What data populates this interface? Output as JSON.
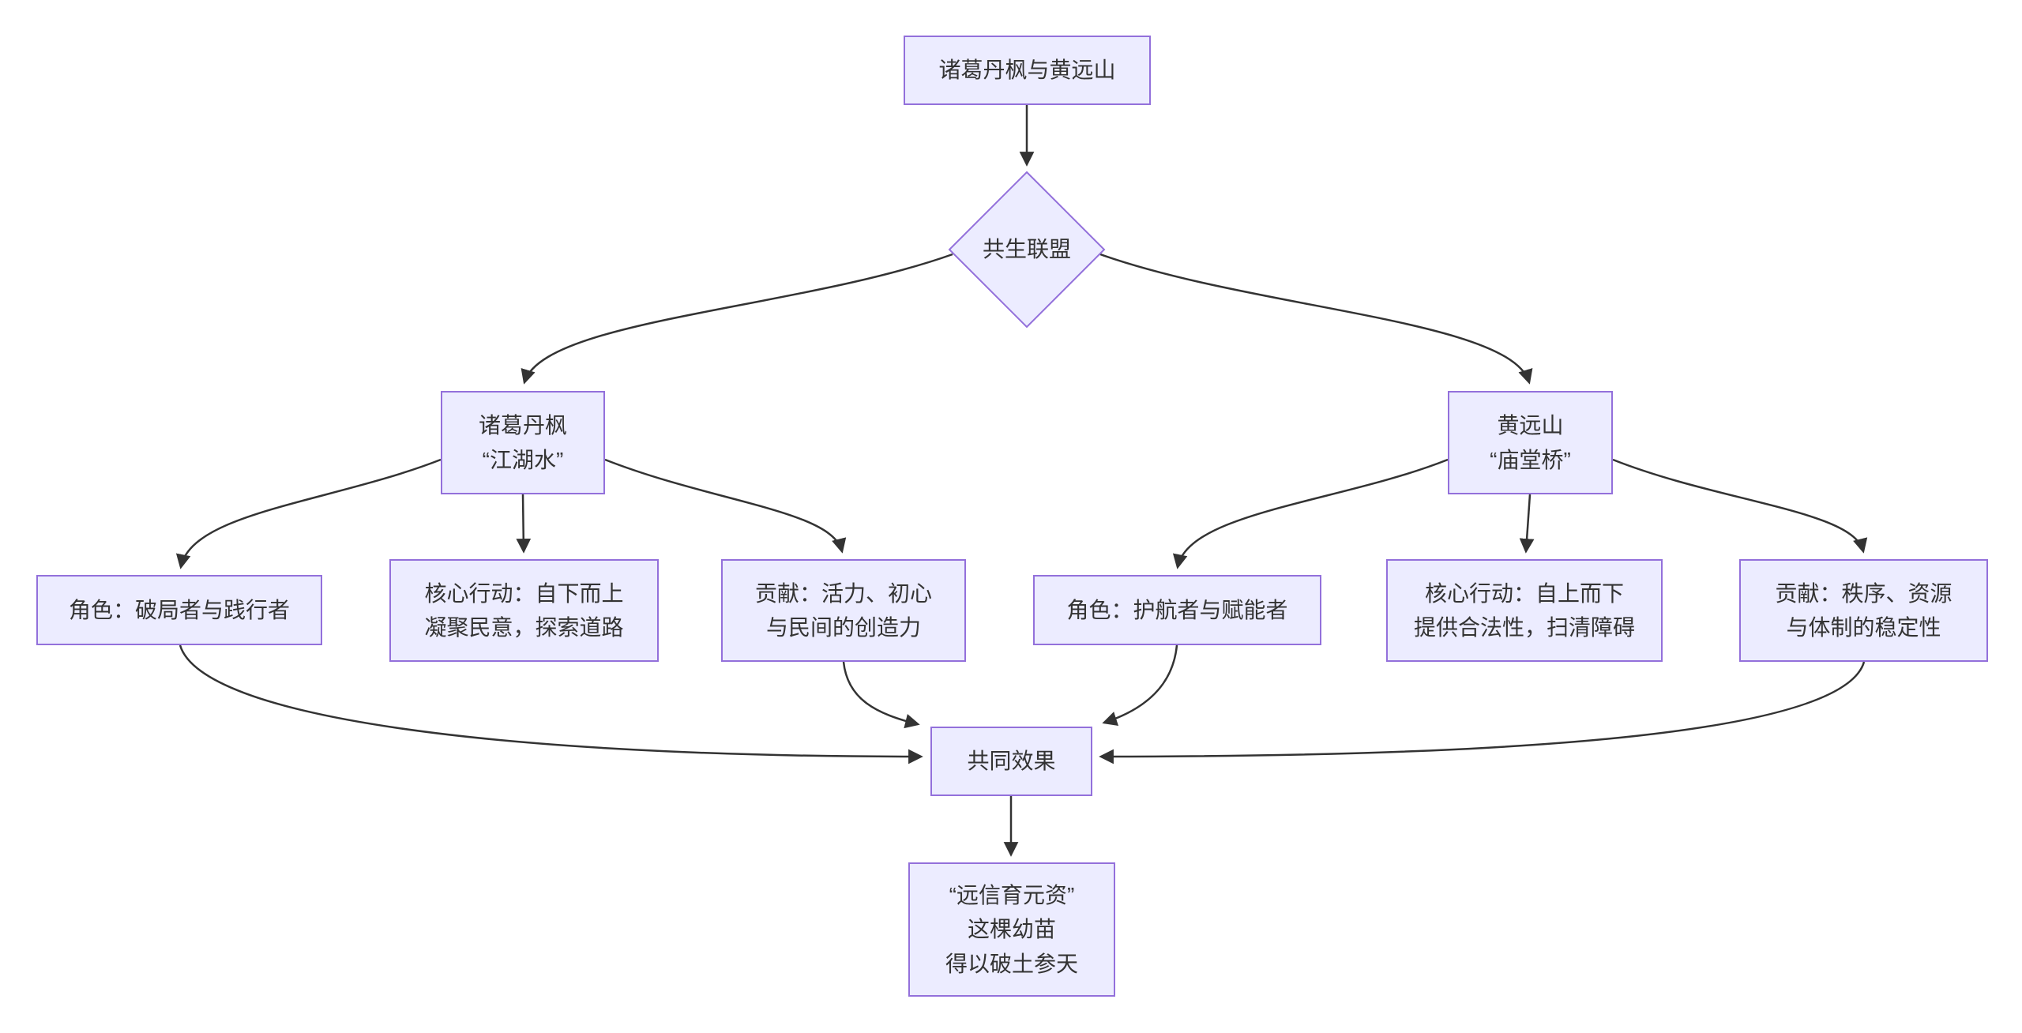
{
  "diagram": {
    "type": "flowchart",
    "background": "#ffffff",
    "colors": {
      "node_fill": "#ECECFF",
      "node_border": "#9370DB",
      "edge": "#333333",
      "text": "#333333"
    },
    "nodes": {
      "root": {
        "shape": "rect",
        "label": "诸葛丹枫与黄远山"
      },
      "alliance": {
        "shape": "diamond",
        "label": "共生联盟"
      },
      "zhuge": {
        "shape": "rect",
        "label": "诸葛丹枫\n“江湖水”"
      },
      "huang": {
        "shape": "rect",
        "label": "黄远山\n“庙堂桥”"
      },
      "zhuge_role": {
        "shape": "rect",
        "label": "角色：破局者与践行者"
      },
      "zhuge_action": {
        "shape": "rect",
        "label": "核心行动：自下而上\n凝聚民意，探索道路"
      },
      "zhuge_gift": {
        "shape": "rect",
        "label": "贡献：活力、初心\n与民间的创造力"
      },
      "huang_role": {
        "shape": "rect",
        "label": "角色：护航者与赋能者"
      },
      "huang_action": {
        "shape": "rect",
        "label": "核心行动：自上而下\n提供合法性，扫清障碍"
      },
      "huang_gift": {
        "shape": "rect",
        "label": "贡献：秩序、资源\n与体制的稳定性"
      },
      "effect": {
        "shape": "rect",
        "label": "共同效果"
      },
      "outcome": {
        "shape": "rect",
        "label": "“远信育元资”\n这棵幼苗\n得以破土参天"
      }
    },
    "edges": [
      {
        "from": "root",
        "to": "alliance"
      },
      {
        "from": "alliance",
        "to": "zhuge"
      },
      {
        "from": "alliance",
        "to": "huang"
      },
      {
        "from": "zhuge",
        "to": "zhuge_role"
      },
      {
        "from": "zhuge",
        "to": "zhuge_action"
      },
      {
        "from": "zhuge",
        "to": "zhuge_gift"
      },
      {
        "from": "huang",
        "to": "huang_role"
      },
      {
        "from": "huang",
        "to": "huang_action"
      },
      {
        "from": "huang",
        "to": "huang_gift"
      },
      {
        "from": "zhuge_role",
        "to": "effect"
      },
      {
        "from": "zhuge_gift",
        "to": "effect"
      },
      {
        "from": "huang_role",
        "to": "effect"
      },
      {
        "from": "huang_gift",
        "to": "effect"
      },
      {
        "from": "effect",
        "to": "outcome"
      }
    ]
  }
}
